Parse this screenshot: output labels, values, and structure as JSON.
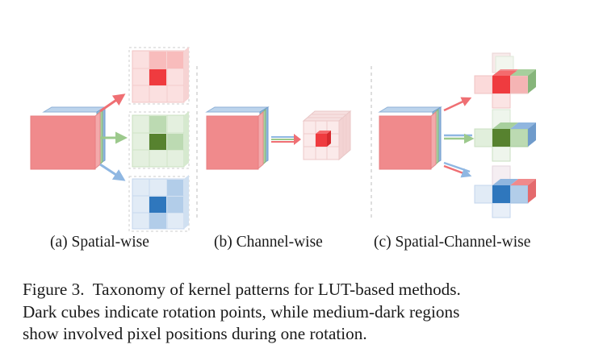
{
  "figure": {
    "panels": [
      {
        "id": "a",
        "label": "(a) Spatial-wise"
      },
      {
        "id": "b",
        "label": "(b) Channel-wise"
      },
      {
        "id": "c",
        "label": "(c) Spatial-Channel-wise"
      }
    ],
    "colors": {
      "red": "#ef3b3f",
      "green": "#57822f",
      "blue": "#2f77bd",
      "input_face": "#f08a8c",
      "layer_green": "#a7cf9d",
      "layer_blue": "#90b6df"
    }
  },
  "caption": {
    "line1": "Figure 3.  Taxonomy of kernel patterns for LUT-based methods.",
    "line2": "Dark cubes indicate rotation points, while medium-dark regions",
    "line3": "show involved pixel positions during one rotation."
  }
}
